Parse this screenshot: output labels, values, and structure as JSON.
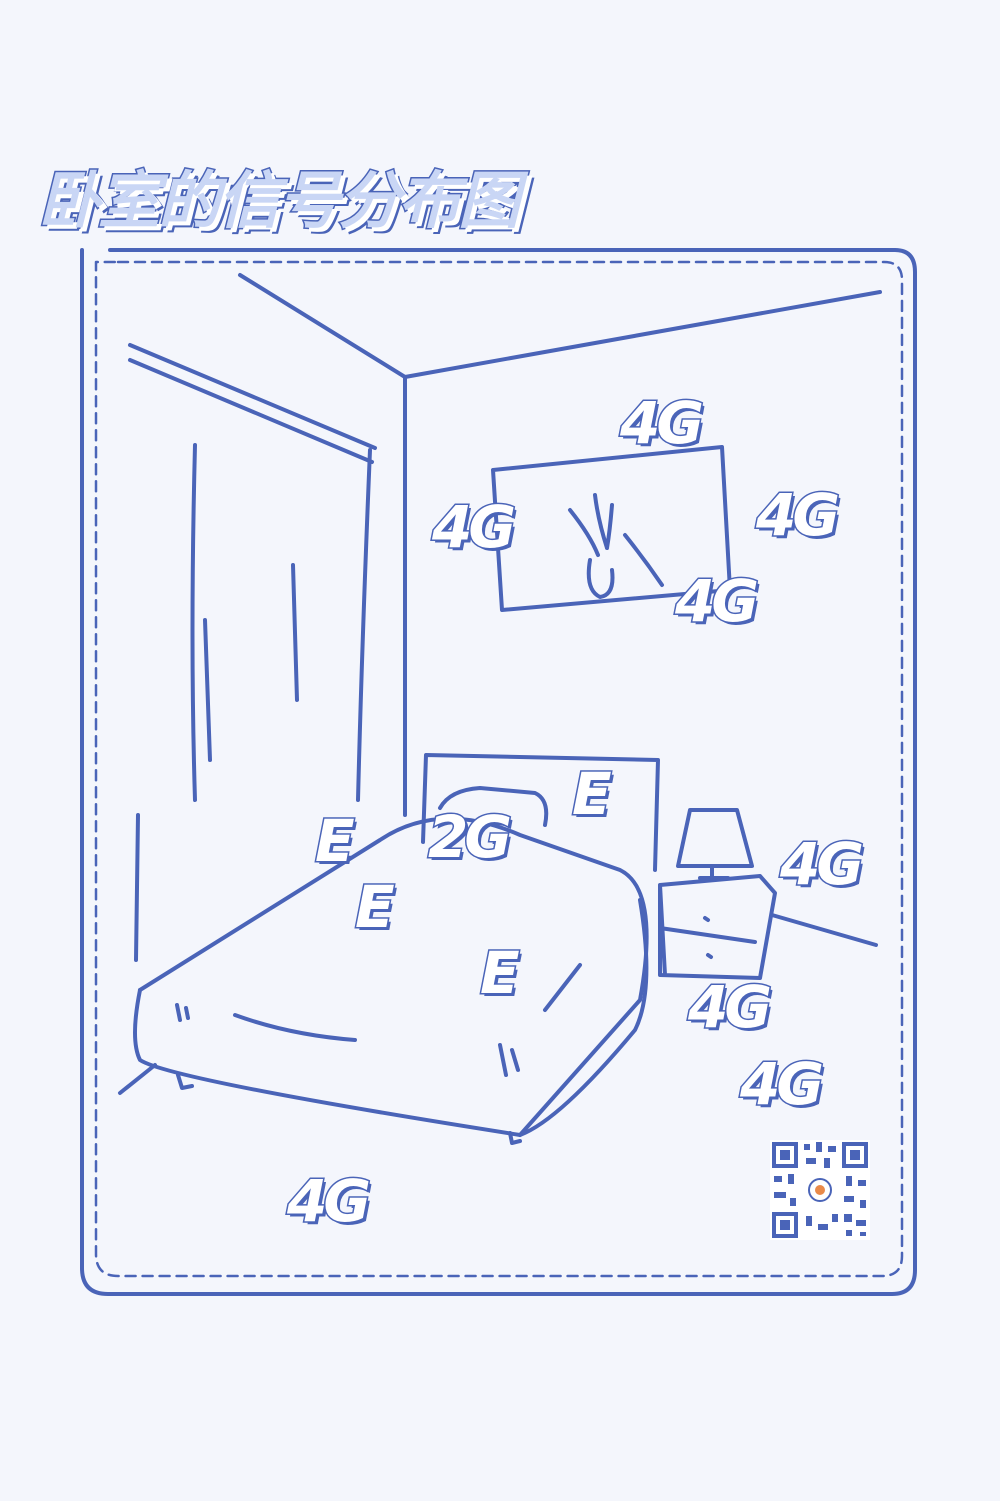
{
  "title": "卧室的信号分布图",
  "colors": {
    "line": "#4a64b8",
    "background": "#f4f6fc",
    "title_fill": "#c9d6f5"
  },
  "signals": [
    {
      "id": "above-painting",
      "label": "4G"
    },
    {
      "id": "left-painting",
      "label": "4G"
    },
    {
      "id": "right-wall",
      "label": "4G"
    },
    {
      "id": "painting-bottom-right",
      "label": "4G"
    },
    {
      "id": "headboard",
      "label": "E"
    },
    {
      "id": "bed-left-edge",
      "label": "E"
    },
    {
      "id": "pillow",
      "label": "2G"
    },
    {
      "id": "bed-corner",
      "label": "E"
    },
    {
      "id": "bed-middle",
      "label": "E"
    },
    {
      "id": "lamp",
      "label": "4G"
    },
    {
      "id": "nightstand-below",
      "label": "4G"
    },
    {
      "id": "floor-right",
      "label": "4G"
    },
    {
      "id": "floor-left",
      "label": "4G"
    }
  ],
  "qr_code": {
    "icon": "qr-code-icon"
  }
}
